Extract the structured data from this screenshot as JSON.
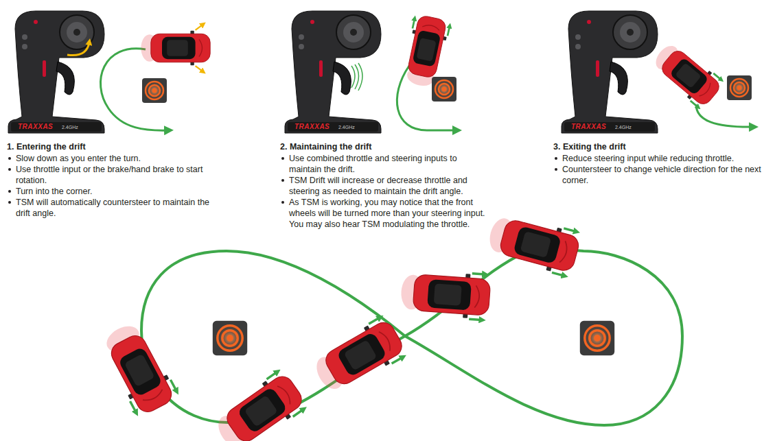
{
  "diagram": {
    "labels": [
      "1. Entering the drift",
      "Slow down as you enter the turn.",
      "Use throttle input or the brake/hand brake to start rotation.",
      "Turn into the corner.",
      "TSM will automatically countersteer to maintain the drift angle.",
      "2. Maintaining the drift",
      "Use combined throttle and steering inputs to maintain the drift.",
      "TSM Drift will increase or decrease throttle and steering as needed to maintain the drift angle.",
      "As TSM is working, you may notice that the front wheels will be turned more than your steering input. You may also hear TSM modulating the throttle.",
      "3. Exiting the drift",
      "Reduce steering input while reducing throttle.",
      "Countersteer to change vehicle direction for the next corner.",
      "TRAXXAS",
      "2.4GHz",
      "TRAXXAS",
      "2.4GHz",
      "TRAXXAS",
      "2.4GHz"
    ]
  }
}
